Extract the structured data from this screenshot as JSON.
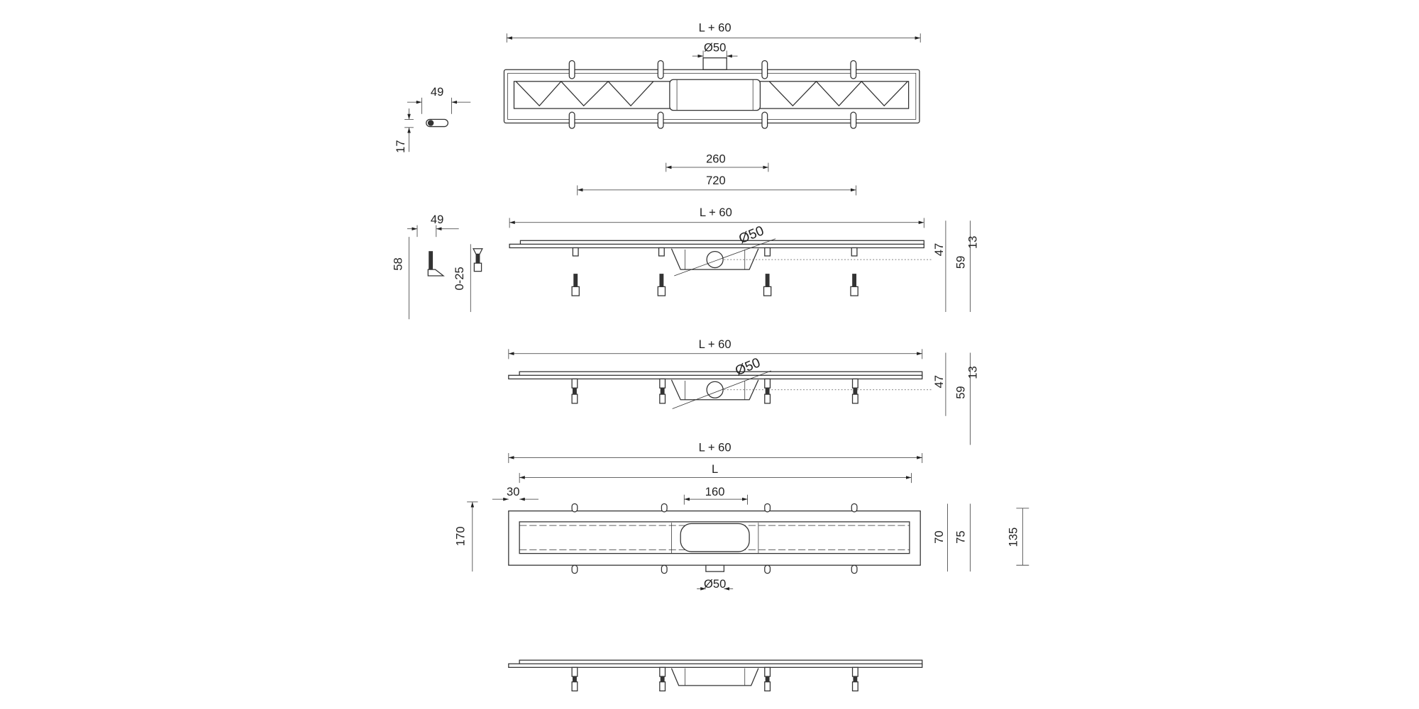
{
  "view_top_plan": {
    "overall_length": "L + 60",
    "outlet_diameter": "Ø50",
    "side_width": "49",
    "side_height": "17"
  },
  "spacing_dims": {
    "outlet_span": "260",
    "leg_span": "720"
  },
  "view_side_high": {
    "overall_length": "L + 60",
    "outlet_diameter": "Ø50",
    "foot_width": "49",
    "foot_height": "58",
    "adjust_range": "0-25",
    "right_dims": [
      "47",
      "59",
      "13"
    ]
  },
  "view_side_low": {
    "overall_length": "L + 60",
    "outlet_diameter": "Ø50",
    "right_dims": [
      "47",
      "59",
      "13"
    ]
  },
  "view_bottom_plan": {
    "overall_length": "L + 60",
    "length": "L",
    "edge_offset": "30",
    "center_span": "160",
    "width": "170",
    "outlet_diameter": "Ø50",
    "right_dims": [
      "70",
      "75",
      "135"
    ]
  }
}
